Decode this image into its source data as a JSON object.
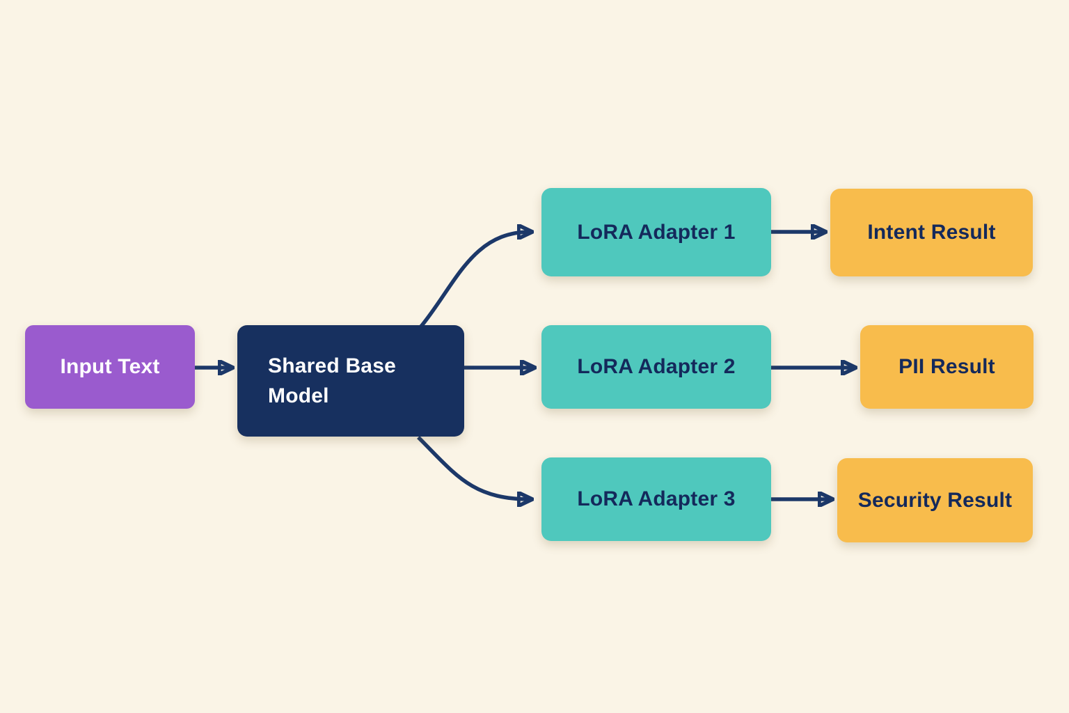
{
  "colors": {
    "background": "#FAF4E6",
    "node-purple": "#9A5BCE",
    "node-navy": "#17305F",
    "node-teal": "#4FC8BD",
    "node-yellow": "#F8BC4C",
    "arrow": "#1C3869",
    "text-light": "#FFFFFF",
    "text-dark": "#14295B"
  },
  "diagram": {
    "nodes": {
      "input": {
        "label": "Input Text"
      },
      "base": {
        "label": "Shared Base Model"
      },
      "adapter1": {
        "label": "LoRA Adapter 1"
      },
      "adapter2": {
        "label": "LoRA Adapter 2"
      },
      "adapter3": {
        "label": "LoRA Adapter 3"
      },
      "intent": {
        "label": "Intent Result"
      },
      "pii": {
        "label": "PII Result"
      },
      "security": {
        "label": "Security Result"
      }
    },
    "edges": [
      {
        "from": "input",
        "to": "base"
      },
      {
        "from": "base",
        "to": "adapter1"
      },
      {
        "from": "base",
        "to": "adapter2"
      },
      {
        "from": "base",
        "to": "adapter3"
      },
      {
        "from": "adapter1",
        "to": "intent"
      },
      {
        "from": "adapter2",
        "to": "pii"
      },
      {
        "from": "adapter3",
        "to": "security"
      }
    ]
  }
}
